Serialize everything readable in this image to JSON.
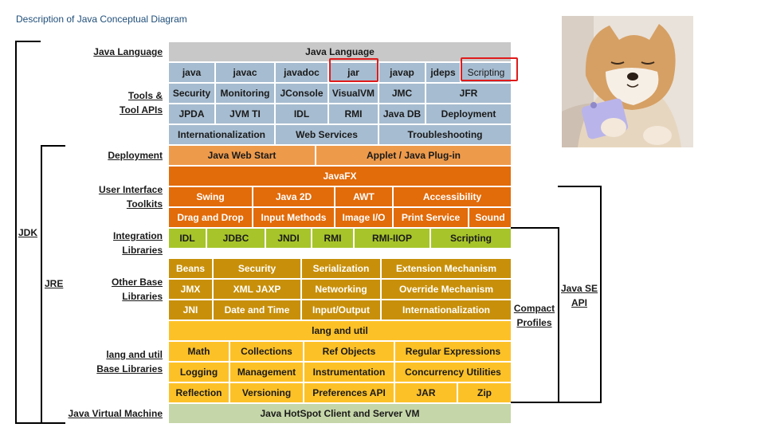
{
  "page_title": "Description of Java Conceptual Diagram",
  "left_labels": {
    "java_language": "Java Language",
    "tools_1": "Tools &",
    "tools_2": "Tool APIs",
    "deployment": "Deployment",
    "ui_1": "User Interface",
    "ui_2": "Toolkits",
    "integration_1": "Integration",
    "integration_2": "Libraries",
    "other_1": "Other Base",
    "other_2": "Libraries",
    "lang_1": "lang and util",
    "lang_2": "Base Libraries",
    "jvm": "Java Virtual Machine"
  },
  "bracket_labels": {
    "jdk": "JDK",
    "jre": "JRE",
    "compact_1": "Compact",
    "compact_2": "Profiles",
    "javase_1": "Java SE",
    "javase_2": "API"
  },
  "rows": {
    "java_language": "Java Language",
    "tools": [
      "java",
      "javac",
      "javadoc",
      "jar",
      "javap",
      "jdeps",
      "Scripting"
    ],
    "tools2": [
      "Security",
      "Monitoring",
      "JConsole",
      "VisualVM",
      "JMC",
      "JFR"
    ],
    "tools3": [
      "JPDA",
      "JVM TI",
      "IDL",
      "RMI",
      "Java DB",
      "Deployment"
    ],
    "tools4": [
      "Internationalization",
      "Web Services",
      "Troubleshooting"
    ],
    "deploy": [
      "Java Web Start",
      "Applet / Java Plug-in"
    ],
    "javafx": "JavaFX",
    "ui1": [
      "Swing",
      "Java 2D",
      "AWT",
      "Accessibility"
    ],
    "ui2": [
      "Drag and Drop",
      "Input Methods",
      "Image I/O",
      "Print Service",
      "Sound"
    ],
    "integration": [
      "IDL",
      "JDBC",
      "JNDI",
      "RMI",
      "RMI-IIOP",
      "Scripting"
    ],
    "other1": [
      "Beans",
      "Security",
      "Serialization",
      "Extension Mechanism"
    ],
    "other2": [
      "JMX",
      "XML JAXP",
      "Networking",
      "Override Mechanism"
    ],
    "other3": [
      "JNI",
      "Date and Time",
      "Input/Output",
      "Internationalization"
    ],
    "lang_util": "lang and util",
    "lang1": [
      "Math",
      "Collections",
      "Ref Objects",
      "Regular Expressions"
    ],
    "lang2": [
      "Logging",
      "Management",
      "Instrumentation",
      "Concurrency Utilities"
    ],
    "lang3": [
      "Reflection",
      "Versioning",
      "Preferences API",
      "JAR",
      "Zip"
    ],
    "jvm": "Java HotSpot Client and Server VM"
  },
  "colors": {
    "gray": "#c8c8c8",
    "blue": "#a6bcd0",
    "peach": "#ee9a4b",
    "orange": "#e26b0a",
    "lime": "#a7c42a",
    "gold": "#c8900a",
    "yellow": "#fdc128",
    "sage": "#c5d6a8",
    "highlight": "#e01b1b"
  },
  "highlighted_items": [
    "jar",
    "Scripting"
  ]
}
